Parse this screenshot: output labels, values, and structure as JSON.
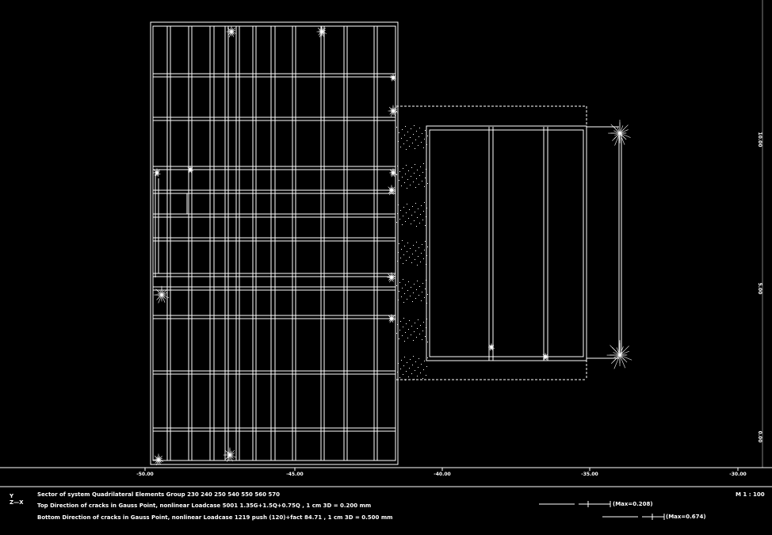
{
  "colors": {
    "background": "#000000",
    "lines": "#ffffff"
  },
  "x_axis": {
    "ticks": [
      "-50.00",
      "-45.00",
      "-40.00",
      "-35.00",
      "-30.00"
    ]
  },
  "y_axis": {
    "ticks": [
      "10.00",
      "5.00",
      "0.00"
    ]
  },
  "view_scale": "M 1 : 100",
  "axis_icon": {
    "y": "Y",
    "z": "Z",
    "x": "X"
  },
  "legend": {
    "line1": "Sector of system  Quadrilateral Elements Group 230 240 250 540 550 560 570",
    "line2": "Top Direction of cracks in Gauss Point, nonlinear Loadcase 5001  1.35G+1.5Q+0.75Q   , 1 cm 3D = 0.200 mm",
    "line3": "Bottom Direction of cracks in Gauss Point, nonlinear Loadcase 1219 push (120)+fact   84.71   , 1 cm 3D = 0.500 mm"
  },
  "scale_bars": {
    "top_max": "(Max=0.208)",
    "bottom_max": "(Max=0.674)"
  }
}
